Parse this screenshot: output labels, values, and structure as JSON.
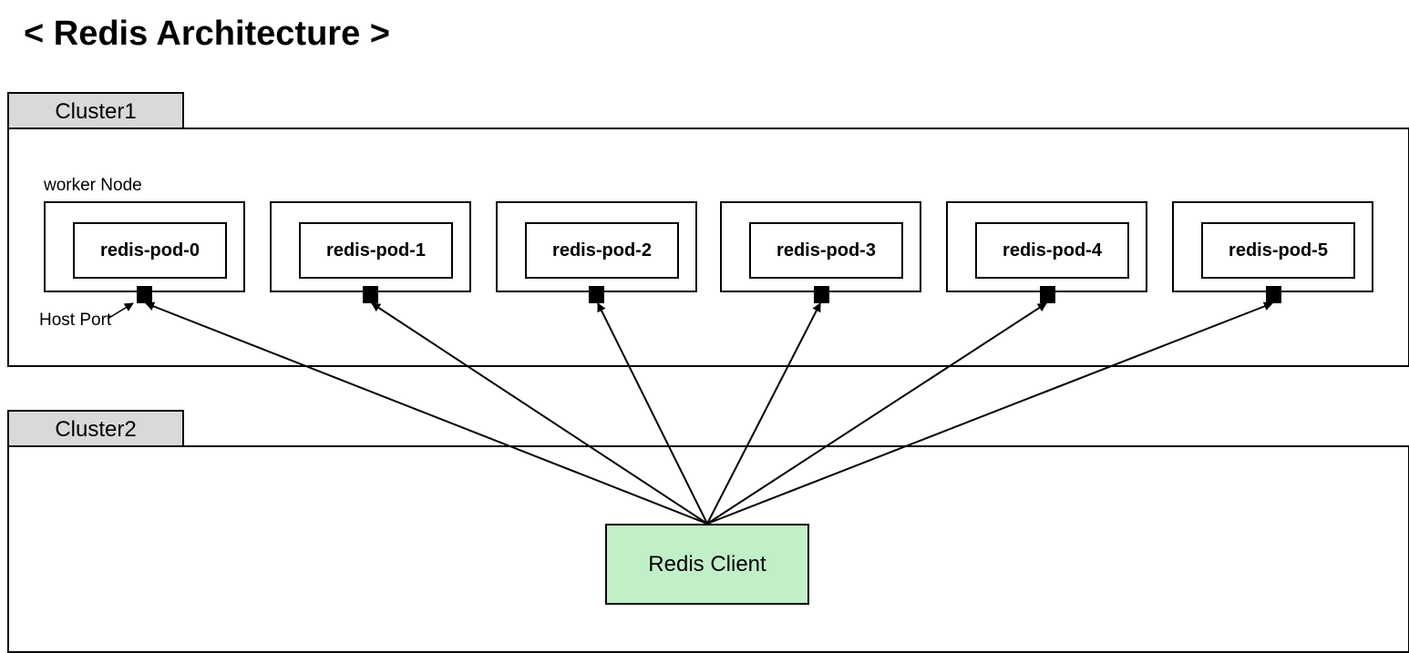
{
  "title": "< Redis Architecture >",
  "clusters": [
    {
      "label": "Cluster1"
    },
    {
      "label": "Cluster2"
    }
  ],
  "worker_node_label": "worker Node",
  "host_port_label": "Host Port",
  "pods": [
    {
      "name": "redis-pod-0"
    },
    {
      "name": "redis-pod-1"
    },
    {
      "name": "redis-pod-2"
    },
    {
      "name": "redis-pod-3"
    },
    {
      "name": "redis-pod-4"
    },
    {
      "name": "redis-pod-5"
    }
  ],
  "client": {
    "label": "Redis Client"
  },
  "colors": {
    "client_fill": "#c1f0c8",
    "tab_fill": "#d9d9d9",
    "stroke": "#000000"
  }
}
